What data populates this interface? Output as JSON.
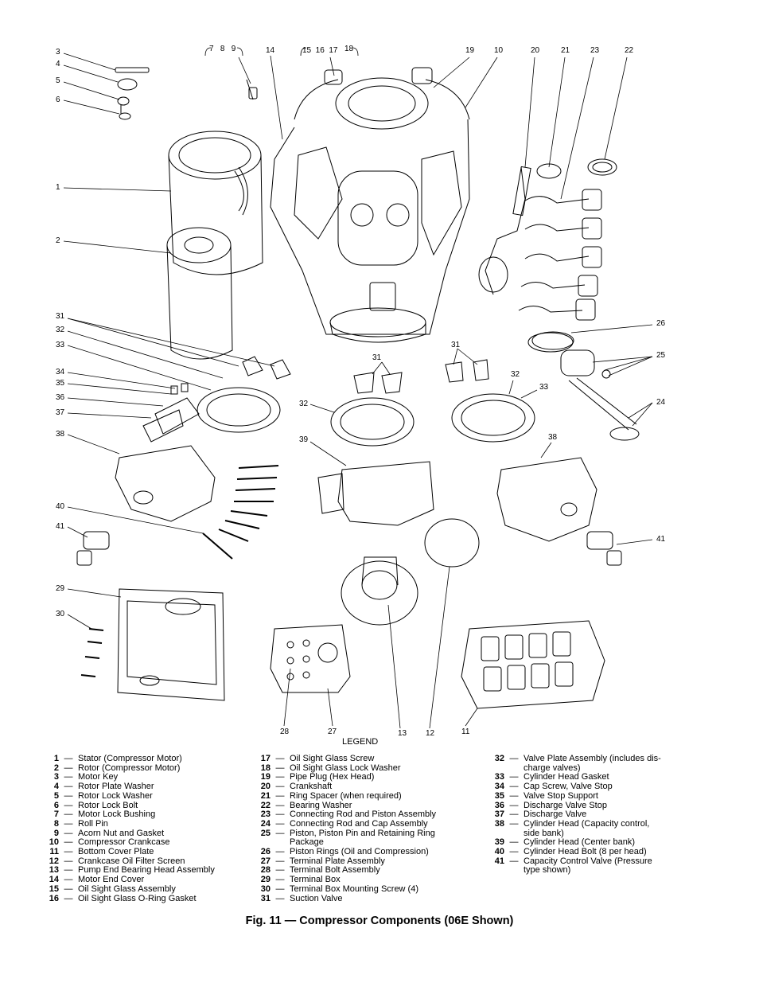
{
  "figure": {
    "callouts": [
      {
        "id": "c3",
        "text": "3"
      },
      {
        "id": "c4",
        "text": "4"
      },
      {
        "id": "c5",
        "text": "5"
      },
      {
        "id": "c6",
        "text": "6"
      },
      {
        "id": "c1",
        "text": "1"
      },
      {
        "id": "c2",
        "text": "2"
      },
      {
        "id": "c789",
        "text": "7   8   9"
      },
      {
        "id": "c14",
        "text": "14"
      },
      {
        "id": "c15_18",
        "text": "15  16  17"
      },
      {
        "id": "c18",
        "text": "18"
      },
      {
        "id": "c19",
        "text": "19"
      },
      {
        "id": "c10",
        "text": "10"
      },
      {
        "id": "c20",
        "text": "20"
      },
      {
        "id": "c21",
        "text": "21"
      },
      {
        "id": "c23",
        "text": "23"
      },
      {
        "id": "c22",
        "text": "22"
      },
      {
        "id": "c31a",
        "text": "31"
      },
      {
        "id": "c32a",
        "text": "32"
      },
      {
        "id": "c33a",
        "text": "33"
      },
      {
        "id": "c34",
        "text": "34"
      },
      {
        "id": "c35",
        "text": "35"
      },
      {
        "id": "c36",
        "text": "36"
      },
      {
        "id": "c37",
        "text": "37"
      },
      {
        "id": "c38a",
        "text": "38"
      },
      {
        "id": "c40",
        "text": "40"
      },
      {
        "id": "c41a",
        "text": "41"
      },
      {
        "id": "c29",
        "text": "29"
      },
      {
        "id": "c30",
        "text": "30"
      },
      {
        "id": "c26",
        "text": "26"
      },
      {
        "id": "c25",
        "text": "25"
      },
      {
        "id": "c24",
        "text": "24"
      },
      {
        "id": "c31b",
        "text": "31"
      },
      {
        "id": "c31c",
        "text": "31"
      },
      {
        "id": "c32b",
        "text": "32"
      },
      {
        "id": "c32c",
        "text": "32"
      },
      {
        "id": "c33b",
        "text": "33"
      },
      {
        "id": "c39",
        "text": "39"
      },
      {
        "id": "c38b",
        "text": "38"
      },
      {
        "id": "c41b",
        "text": "41"
      },
      {
        "id": "c28",
        "text": "28"
      },
      {
        "id": "c27",
        "text": "27"
      },
      {
        "id": "c13",
        "text": "13"
      },
      {
        "id": "c12",
        "text": "12"
      },
      {
        "id": "c11",
        "text": "11"
      }
    ],
    "legend_title": "LEGEND",
    "caption": "Fig. 11 — Compressor Components (06E Shown)"
  },
  "legend": {
    "col1": [
      {
        "num": "1",
        "dash": "—",
        "desc": "Stator (Compressor Motor)"
      },
      {
        "num": "2",
        "dash": "—",
        "desc": "Rotor (Compressor Motor)"
      },
      {
        "num": "3",
        "dash": "—",
        "desc": "Motor Key"
      },
      {
        "num": "4",
        "dash": "—",
        "desc": "Rotor Plate Washer"
      },
      {
        "num": "5",
        "dash": "—",
        "desc": "Rotor Lock Washer"
      },
      {
        "num": "6",
        "dash": "—",
        "desc": "Rotor Lock Bolt"
      },
      {
        "num": "7",
        "dash": "—",
        "desc": "Motor Lock Bushing"
      },
      {
        "num": "8",
        "dash": "—",
        "desc": "Roll Pin"
      },
      {
        "num": "9",
        "dash": "—",
        "desc": "Acorn Nut and Gasket"
      },
      {
        "num": "10",
        "dash": "—",
        "desc": "Compressor Crankcase"
      },
      {
        "num": "11",
        "dash": "—",
        "desc": "Bottom Cover Plate"
      },
      {
        "num": "12",
        "dash": "—",
        "desc": "Crankcase Oil Filter Screen"
      },
      {
        "num": "13",
        "dash": "—",
        "desc": "Pump End Bearing Head Assembly"
      },
      {
        "num": "14",
        "dash": "—",
        "desc": "Motor End Cover"
      },
      {
        "num": "15",
        "dash": "—",
        "desc": "Oil Sight Glass Assembly"
      },
      {
        "num": "16",
        "dash": "—",
        "desc": "Oil Sight Glass O-Ring Gasket"
      }
    ],
    "col2": [
      {
        "num": "17",
        "dash": "—",
        "desc": "Oil Sight Glass Screw"
      },
      {
        "num": "18",
        "dash": "—",
        "desc": "Oil Sight Glass Lock Washer"
      },
      {
        "num": "19",
        "dash": "—",
        "desc": "Pipe Plug (Hex Head)"
      },
      {
        "num": "20",
        "dash": "—",
        "desc": "Crankshaft"
      },
      {
        "num": "21",
        "dash": "—",
        "desc": "Ring Spacer (when required)"
      },
      {
        "num": "22",
        "dash": "—",
        "desc": "Bearing Washer"
      },
      {
        "num": "23",
        "dash": "—",
        "desc": "Connecting Rod and Piston Assembly"
      },
      {
        "num": "24",
        "dash": "—",
        "desc": "Connecting Rod and Cap Assembly"
      },
      {
        "num": "25",
        "dash": "—",
        "desc": "Piston, Piston Pin and Retaining Ring"
      },
      {
        "num": "",
        "dash": "",
        "desc": "Package"
      },
      {
        "num": "26",
        "dash": "—",
        "desc": "Piston Rings (Oil and Compression)"
      },
      {
        "num": "27",
        "dash": "—",
        "desc": "Terminal Plate Assembly"
      },
      {
        "num": "28",
        "dash": "—",
        "desc": "Terminal Bolt Assembly"
      },
      {
        "num": "29",
        "dash": "—",
        "desc": "Terminal Box"
      },
      {
        "num": "30",
        "dash": "—",
        "desc": "Terminal Box Mounting Screw (4)"
      },
      {
        "num": "31",
        "dash": "—",
        "desc": "Suction Valve"
      }
    ],
    "col3": [
      {
        "num": "32",
        "dash": "—",
        "desc": "Valve Plate Assembly (includes dis-"
      },
      {
        "num": "",
        "dash": "",
        "desc": "charge valves)"
      },
      {
        "num": "33",
        "dash": "—",
        "desc": "Cylinder Head Gasket"
      },
      {
        "num": "34",
        "dash": "—",
        "desc": "Cap Screw, Valve Stop"
      },
      {
        "num": "35",
        "dash": "—",
        "desc": "Valve Stop Support"
      },
      {
        "num": "36",
        "dash": "—",
        "desc": "Discharge Valve Stop"
      },
      {
        "num": "37",
        "dash": "—",
        "desc": "Discharge Valve"
      },
      {
        "num": "38",
        "dash": "—",
        "desc": "Cylinder Head (Capacity control,"
      },
      {
        "num": "",
        "dash": "",
        "desc": "side bank)"
      },
      {
        "num": "39",
        "dash": "—",
        "desc": "Cylinder Head (Center bank)"
      },
      {
        "num": "40",
        "dash": "—",
        "desc": "Cylinder Head Bolt (8 per head)"
      },
      {
        "num": "41",
        "dash": "—",
        "desc": "Capacity Control Valve (Pressure"
      },
      {
        "num": "",
        "dash": "",
        "desc": "type shown)"
      }
    ]
  }
}
